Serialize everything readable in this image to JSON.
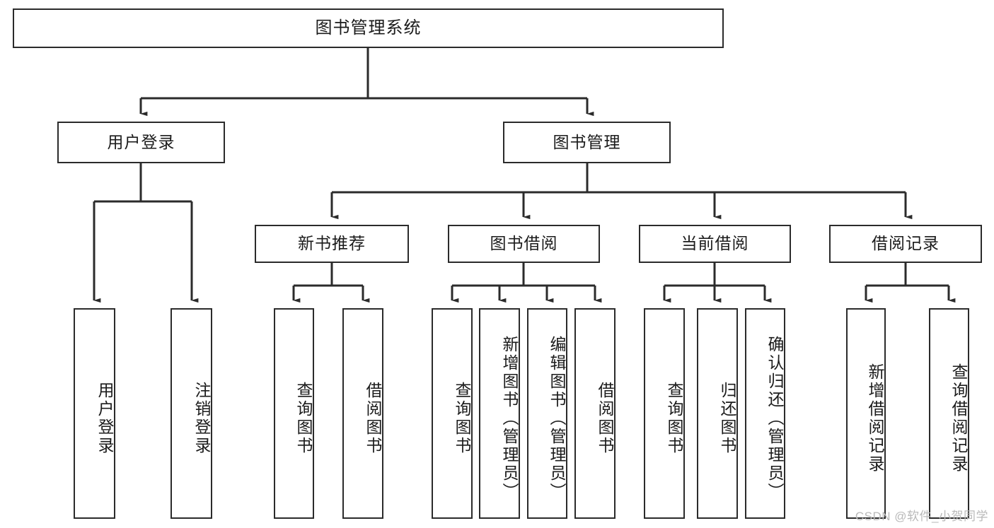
{
  "diagram": {
    "title": "图书管理系统",
    "type": "tree-hierarchy",
    "root": {
      "label": "图书管理系统"
    },
    "level2": [
      {
        "label": "用户登录"
      },
      {
        "label": "图书管理"
      }
    ],
    "level3": [
      {
        "label": "新书推荐"
      },
      {
        "label": "图书借阅"
      },
      {
        "label": "当前借阅"
      },
      {
        "label": "借阅记录"
      }
    ],
    "leaves": [
      {
        "label": "用户登录",
        "parent": "用户登录"
      },
      {
        "label": "注销登录",
        "parent": "用户登录"
      },
      {
        "label": "查询图书",
        "parent": "新书推荐"
      },
      {
        "label": "借阅图书",
        "parent": "新书推荐"
      },
      {
        "label": "查询图书",
        "parent": "图书借阅"
      },
      {
        "label": "新增图书（管理员）",
        "parent": "图书借阅"
      },
      {
        "label": "编辑图书（管理员）",
        "parent": "图书借阅"
      },
      {
        "label": "借阅图书",
        "parent": "图书借阅"
      },
      {
        "label": "查询图书",
        "parent": "当前借阅"
      },
      {
        "label": "归还图书",
        "parent": "当前借阅"
      },
      {
        "label": "确认归还（管理员）",
        "parent": "当前借阅"
      },
      {
        "label": "新增借阅记录",
        "parent": "借阅记录"
      },
      {
        "label": "查询借阅记录",
        "parent": "借阅记录"
      }
    ]
  },
  "watermark": {
    "text": "CSDN @软件_小贺同学"
  },
  "colors": {
    "box_border": "#2b2b2b",
    "box_fill": "#ffffff",
    "connector": "#2b2b2b",
    "text": "#1b1b1b",
    "watermark": "#b9b9b9"
  }
}
